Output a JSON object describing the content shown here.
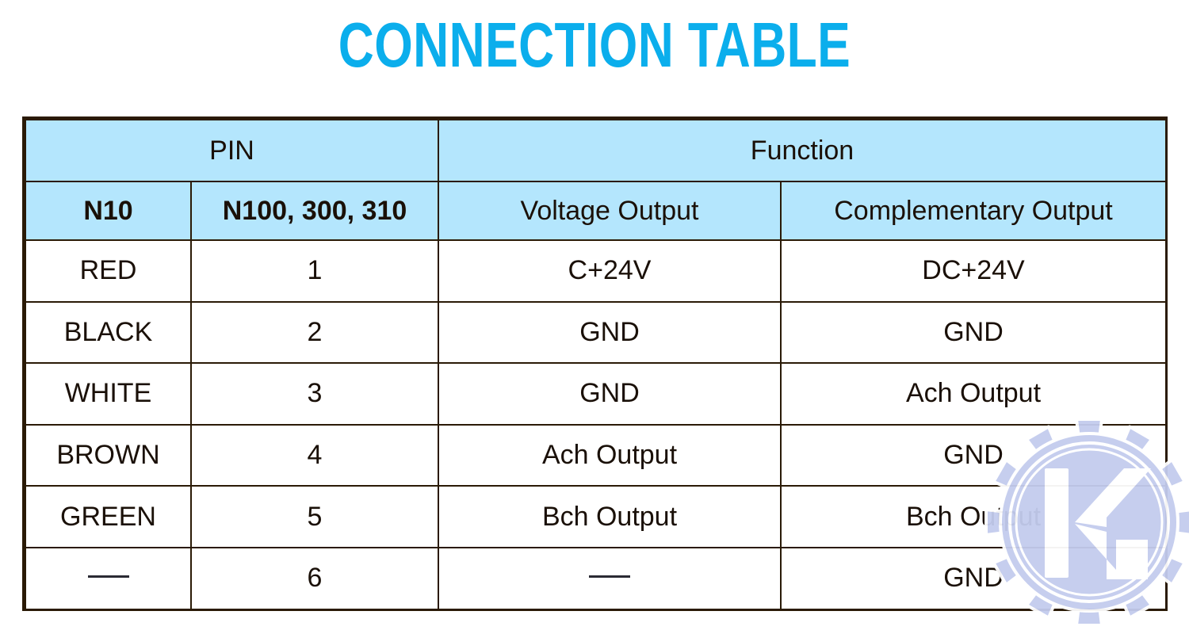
{
  "page": {
    "title": "CONNECTION TABLE",
    "accent_color": "#0BAEEC",
    "header_fill": "#B4E6FD",
    "border_color": "#2A1A06",
    "text_color": "#1A1008",
    "background": "#FFFFFF"
  },
  "table": {
    "group_headers": [
      {
        "label": "PIN",
        "span": 2
      },
      {
        "label": "Function",
        "span": 2
      }
    ],
    "column_headers": [
      {
        "label": "N10",
        "style": "dark"
      },
      {
        "label": "N100, 300, 310",
        "style": "dark"
      },
      {
        "label": "Voltage Output",
        "style": "cyan"
      },
      {
        "label": "Complementary Output",
        "style": "cyan"
      }
    ],
    "rows": [
      {
        "n10": "RED",
        "pin": "1",
        "voltage_output": "C+24V",
        "complementary_output": "DC+24V"
      },
      {
        "n10": "BLACK",
        "pin": "2",
        "voltage_output": "GND",
        "complementary_output": "GND"
      },
      {
        "n10": "WHITE",
        "pin": "3",
        "voltage_output": "GND",
        "complementary_output": "Ach Output"
      },
      {
        "n10": "BROWN",
        "pin": "4",
        "voltage_output": "Ach Output",
        "complementary_output": "GND"
      },
      {
        "n10": "GREEN",
        "pin": "5",
        "voltage_output": "Bch Output",
        "complementary_output": "Bch Output"
      },
      {
        "n10": "—",
        "pin": "6",
        "voltage_output": "—",
        "complementary_output": "GND"
      }
    ]
  },
  "watermark": {
    "logo_letter": "K",
    "shape": "gear-with-arrow",
    "color": "#C3CCEE"
  }
}
